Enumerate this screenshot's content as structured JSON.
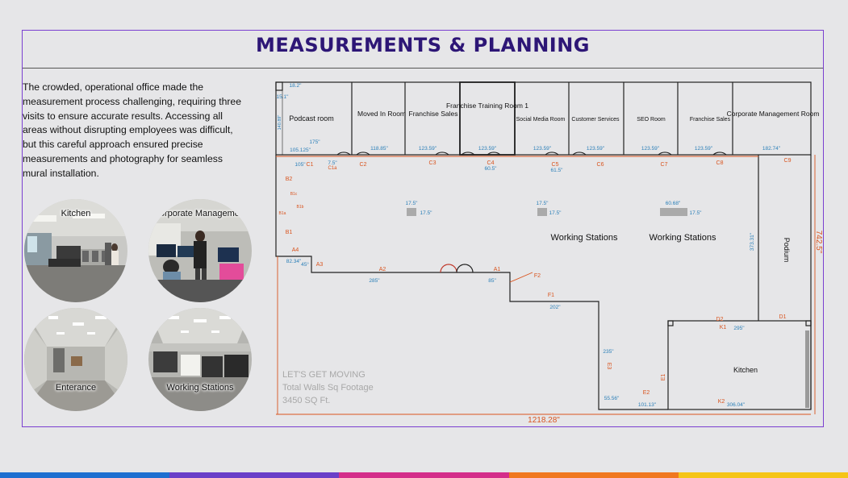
{
  "slide": {
    "title": "MEASUREMENTS & PLANNING",
    "description": "The crowded, operational office made the measurement process challenging, requiring three visits to ensure accurate results. Accessing all areas without disrupting employees was difficult, but this careful approach ensured precise measurements and photography for seamless mural installation."
  },
  "photos": [
    {
      "label": "Kitchen"
    },
    {
      "label": "Corporate Management"
    },
    {
      "label": "Enterance"
    },
    {
      "label": "Working Stations"
    }
  ],
  "floorplan": {
    "rooms": [
      "Podcast room",
      "Moved In Room",
      "Franchise Sales",
      "Franchise Training Room 1",
      "Social Media Room",
      "Customer Services",
      "SEO Room",
      "Franchise Sales",
      "Corporate Management Room"
    ],
    "areas": [
      "Working Stations",
      "Working Stations",
      "Podium",
      "Kitchen"
    ],
    "wall_labels": [
      "C1",
      "C1a",
      "C2",
      "C3",
      "C4",
      "C5",
      "C6",
      "C7",
      "C8",
      "C9",
      "B1",
      "B1a",
      "B1b",
      "B1c",
      "B2",
      "A1",
      "A2",
      "A3",
      "A4",
      "F1",
      "F2",
      "E1",
      "E2",
      "E3",
      "D1",
      "D2",
      "K1",
      "K2"
    ],
    "measurements": [
      "18.2\"",
      "15.1\"",
      "140.89\"",
      "175\"",
      "105.125\"",
      "105\"",
      "7.5\"",
      "118.85\"",
      "123.59\"",
      "123.59\"",
      "60.5\"",
      "123.59\"",
      "61.5\"",
      "123.59\"",
      "123.59\"",
      "123.59\"",
      "182.74\"",
      "17.5\"",
      "17.5\"",
      "17.5\"",
      "17.5\"",
      "60.68\"",
      "17.5\"",
      "82.34\"",
      "45°",
      "285\"",
      "85\"",
      "202\"",
      "235\"",
      "55.56\"",
      "101.13\"",
      "306.04\"",
      "295\"",
      "373.31\"",
      "742.5\"",
      "1218.28\""
    ],
    "overlay_heading": "LET'S GET MOVING",
    "overlay_line1": "Total Walls Sq Footage",
    "overlay_line2": "3450 SQ Ft."
  },
  "colors": {
    "title": "#2d1676",
    "frame": "#7a3fd0",
    "wall_label": "#d9541e",
    "measurement": "#2a7fb8",
    "strip": [
      "#1e6fd0",
      "#6a3fc8",
      "#d42e8a",
      "#f07820",
      "#f5c518"
    ]
  }
}
